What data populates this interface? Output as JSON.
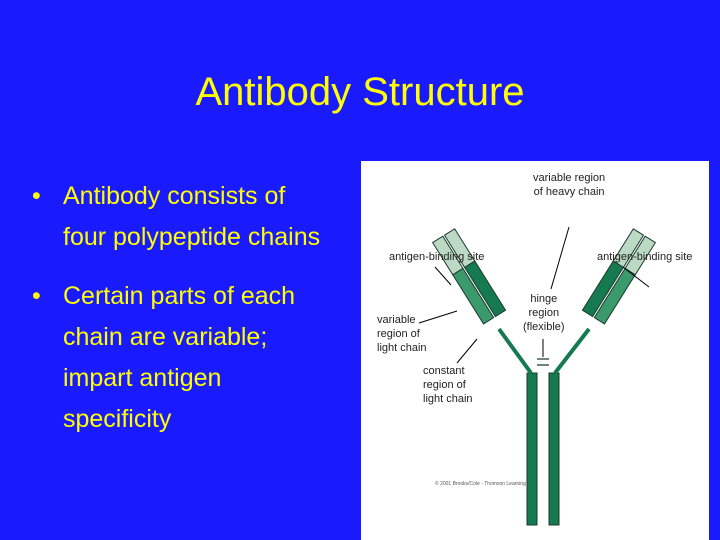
{
  "slide": {
    "title": "Antibody Structure",
    "bullets": [
      "Antibody consists of four polypeptide chains",
      "Certain parts of each chain are variable; impart antigen specificity"
    ]
  },
  "diagram": {
    "labels": {
      "variable_heavy": [
        "variable region",
        "of heavy chain"
      ],
      "antigen_site_left": "antigen-binding site",
      "antigen_site_right": "antigen-binding site",
      "hinge": [
        "hinge",
        "region",
        "(flexible)"
      ],
      "variable_light": [
        "variable",
        "region of",
        "light chain"
      ],
      "constant_light": [
        "constant",
        "region of",
        "light chain"
      ]
    },
    "credit": "© 2001 Brooks/Cole - Thomson Learning",
    "colors": {
      "slide_bg": "#1a1aff",
      "title_text": "#ffff00",
      "heavy_dark": "#157a50",
      "light_pale": "#bcd9c4",
      "light_mid": "#3a9a6c"
    }
  }
}
